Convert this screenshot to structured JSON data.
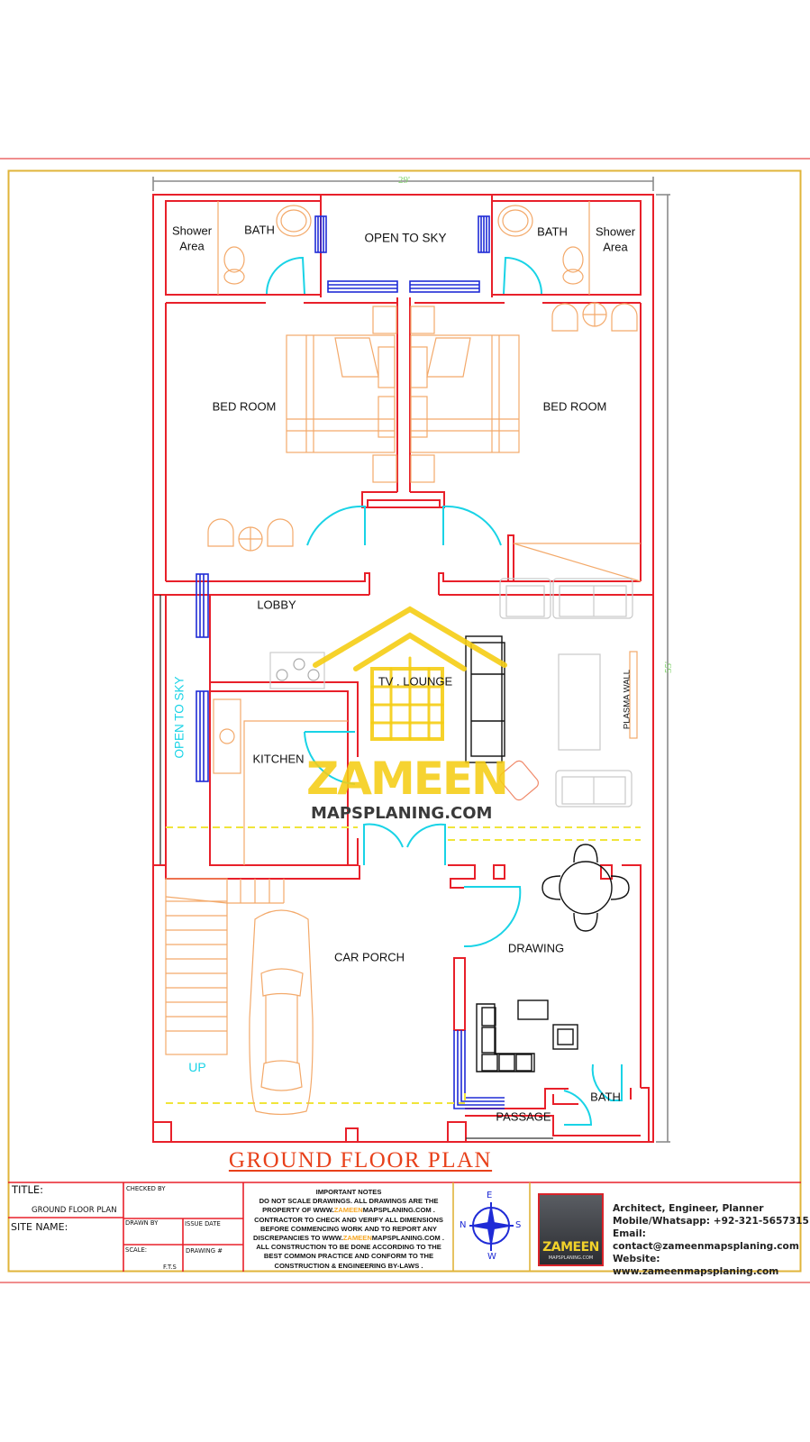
{
  "drawing": {
    "title": "GROUND FLOOR PLAN",
    "dimensions": {
      "width": "29'",
      "depth": "55'"
    },
    "colors": {
      "wall": "#e8202a",
      "window": "#1f2bd6",
      "door": "#19d3e6",
      "furniture": "#f3a96a",
      "frame": "#e0b43a",
      "title": "#e8401a",
      "dim_text": "#7fd36a"
    }
  },
  "rooms": {
    "shower_left": "Shower\nArea",
    "shower_left_l1": "Shower",
    "shower_left_l2": "Area",
    "bath_left": "BATH",
    "open_to_sky_top": "OPEN TO SKY",
    "bath_right": "BATH",
    "shower_right_l1": "Shower",
    "shower_right_l2": "Area",
    "bed_room_left": "BED ROOM",
    "bed_room_right": "BED ROOM",
    "lobby": "LOBBY",
    "tv_lounge": "TV . LOUNGE",
    "plasma_wall": "PLASMA WALL",
    "open_to_sky_side": "OPEN TO SKY",
    "kitchen": "KITCHEN",
    "car_porch": "CAR PORCH",
    "up": "UP",
    "drawing": "DRAWING",
    "bath_bottom": "BATH",
    "passage": "PASSAGE"
  },
  "watermark": {
    "word": "ZAMEEN",
    "sub": "MAPSPLANING.COM"
  },
  "title_block": {
    "title_label": "TITLE:",
    "title_value": "GROUND FLOOR PLAN",
    "site_name_label": "SITE NAME:",
    "checked_by_label": "CHECKED BY",
    "drawn_by_label": "DRAWN BY",
    "issue_date_label": "ISSUE DATE",
    "scale_label": "SCALE:",
    "scale_value": "F.T.S",
    "drawing_no_label": "DRAWING #",
    "notes": {
      "heading": "IMPORTANT NOTES",
      "l1": "DO NOT SCALE DRAWINGS. ALL DRAWINGS ARE THE",
      "l2_a": "PROPERTY OF  WWW.",
      "l2_hl": "ZAMEEN",
      "l2_b": "MAPSPLANING.COM .",
      "l3": "CONTRACTOR TO CHECK AND VERIFY ALL DIMENSIONS",
      "l4": "BEFORE COMMENCING WORK AND TO REPORT ANY",
      "l5_a": "DISCREPANCIES TO WWW.",
      "l5_hl": "ZAMEEN",
      "l5_b": "MAPSPLANING.COM .",
      "l6": "ALL CONSTRUCTION TO BE DONE ACCORDING TO THE",
      "l7": "BEST COMMON PRACTICE AND CONFORM TO THE",
      "l8": "CONSTRUCTION & ENGINEERING BY-LAWS ."
    },
    "compass": {
      "n": "N",
      "e": "E",
      "s": "S",
      "w": "W"
    },
    "logo": {
      "word": "ZAMEEN",
      "sub": "MAPSPLANING.COM"
    },
    "contact": {
      "role": "Architect, Engineer, Planner",
      "phone": "Mobile/Whatsapp: +92-321-5657315",
      "email": "Email: contact@zameenmapsplaning.com",
      "website": "Website: www.zameenmapsplaning.com"
    }
  }
}
